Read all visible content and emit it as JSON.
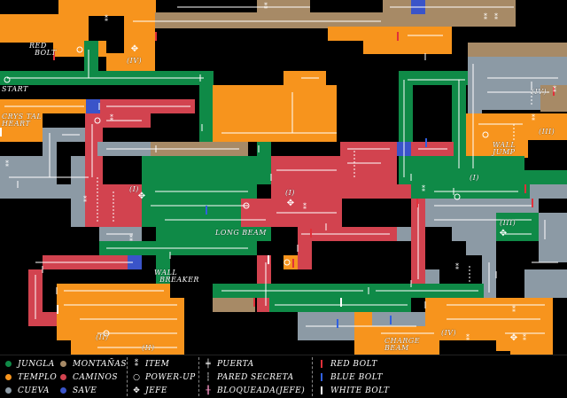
{
  "colors": {
    "jungla": "#0f8a47",
    "templo": "#f7941d",
    "cueva": "#8c9aa5",
    "caminos": "#d2434f",
    "save": "#3a54c9",
    "montanas": "#a78a66",
    "red_bolt": "#e0303a",
    "blue_bolt": "#3060e0",
    "white_bolt": "#ffffff"
  },
  "map_labels": {
    "red_bolt": "RED\n  BOLT",
    "start": "START",
    "crystal_heart": "CRYS TAL\nHEART",
    "wall_jump": "WALL\nJUMP",
    "long_beam": "LONG BEAM",
    "wall_breaker": "WALL\n  BREAKER",
    "charge_beam": "CHARGE\nBEAM",
    "boss_iv_top": "(IV)",
    "boss_iv_right": "(IV)",
    "boss_iii_right": "(III)",
    "boss_iii_mid": "(III)",
    "boss_i_center": "(I)",
    "boss_i_left": "(I)",
    "boss_i_right": "(I)",
    "boss_ii_a": "(II)",
    "boss_ii_b": "(II)",
    "boss_iv_bottom": "(IV)"
  },
  "legend": {
    "jungla": "JUNGLA",
    "templo": "TEMPLO",
    "cueva": "CUEVA",
    "montanas": "MONTAÑAS",
    "caminos": "CAMINOS",
    "save": "SAVE",
    "item": "ITEM",
    "powerup": "POWER-UP",
    "jefe": "JEFE",
    "puerta": "PUERTA",
    "pared_secreta": "PARED SECRETA",
    "bloqueada": "BLOQUEADA(JEFE)",
    "red_bolt": "RED BOLT",
    "blue_bolt": "BLUE BOLT",
    "white_bolt": "WHITE BOLT"
  },
  "legend_symbols": {
    "item": "⁑",
    "powerup": "○",
    "jefe": "✥",
    "puerta": "╪",
    "pared_secreta": "┆",
    "bloqueada": "╫"
  }
}
